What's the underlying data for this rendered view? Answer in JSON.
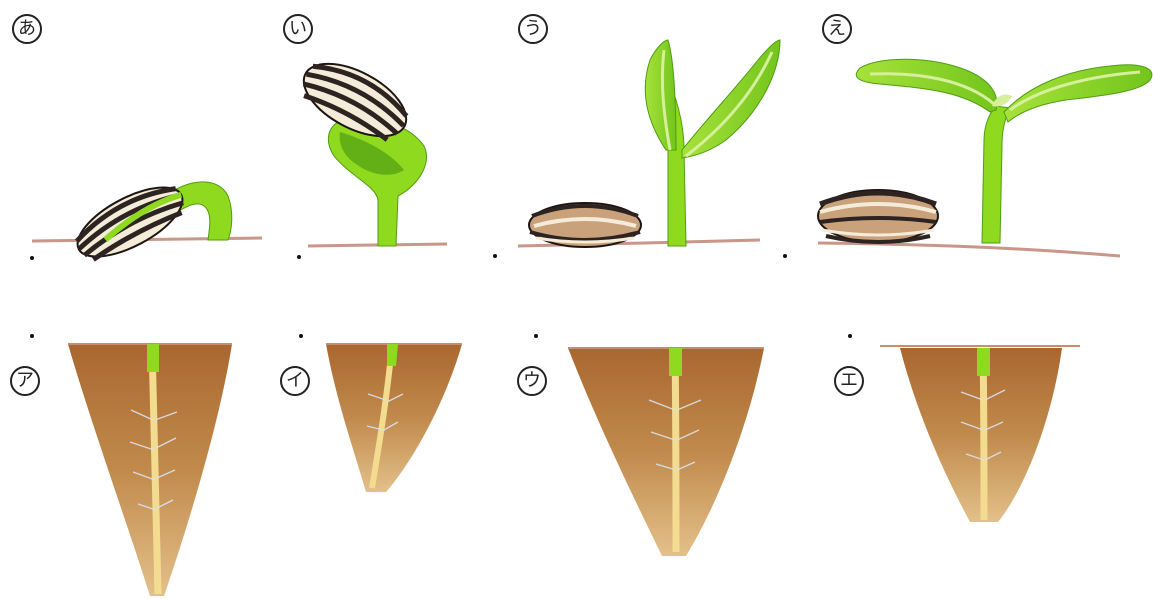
{
  "labels": {
    "top": [
      "あ",
      "い",
      "う",
      "え"
    ],
    "bottom": [
      "ア",
      "イ",
      "ウ",
      "エ"
    ]
  },
  "colors": {
    "stem": "#7ccf23",
    "leaf": "#8fd91e",
    "leaf_dark": "#4e9d12",
    "soil": "#b7773e",
    "soil_light": "#d9b06d",
    "ground": "#c9968a",
    "root": "#f3dc8f",
    "seed_dark": "#2d2321",
    "seed_light": "#f4ecd8"
  },
  "stages": [
    {
      "id": "stage-a",
      "label": "あ",
      "description_icon": "seed-breaking-icon"
    },
    {
      "id": "stage-i",
      "label": "い",
      "description_icon": "hypocotyl-arch-icon"
    },
    {
      "id": "stage-u",
      "label": "う",
      "description_icon": "cotyledons-upright-icon"
    },
    {
      "id": "stage-e",
      "label": "え",
      "description_icon": "cotyledons-open-icon"
    }
  ],
  "roots": [
    {
      "id": "root-a",
      "label": "ア",
      "relative_depth": 1.0
    },
    {
      "id": "root-i",
      "label": "イ",
      "relative_depth": 0.55
    },
    {
      "id": "root-u",
      "label": "ウ",
      "relative_depth": 0.78
    },
    {
      "id": "root-e",
      "label": "エ",
      "relative_depth": 0.67
    }
  ]
}
